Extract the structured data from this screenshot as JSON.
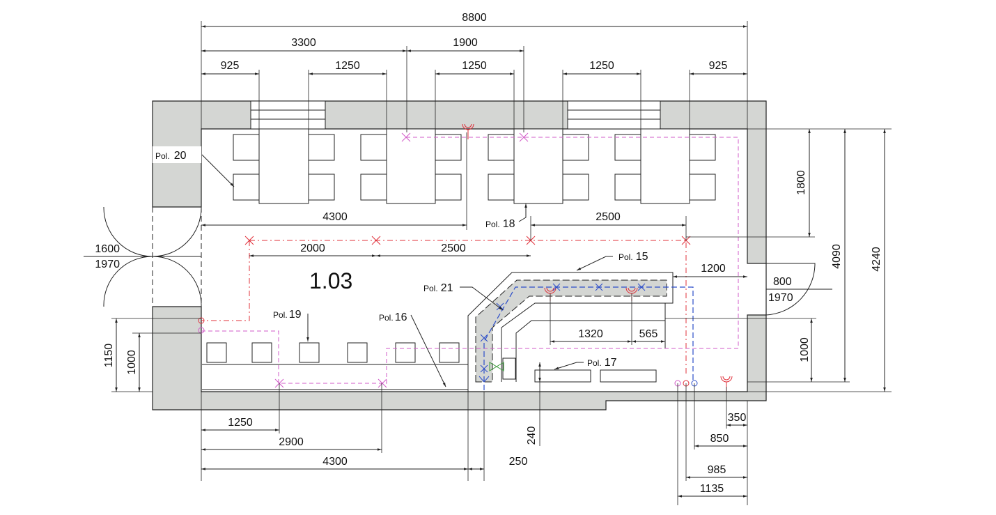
{
  "drawing": {
    "room_number": "1.03",
    "dimensions": {
      "top_total": "8800",
      "top_left": "3300",
      "top_mid": "1900",
      "top_925_left": "925",
      "top_1250_a": "1250",
      "top_1250_b": "1250",
      "top_1250_c": "1250",
      "top_925_right": "925",
      "right_1800": "1800",
      "right_4090": "4090",
      "right_4240": "4240",
      "right_1000": "1000",
      "left_1150": "1150",
      "left_1000": "1000",
      "mid_4300": "4300",
      "mid_2500_top": "2500",
      "mid_2000": "2000",
      "mid_2500": "2500",
      "mid_1200": "1200",
      "counter_1320": "1320",
      "counter_565": "565",
      "bottom_1250": "1250",
      "bottom_2900": "2900",
      "bottom_4300": "4300",
      "bottom_250": "250",
      "bottom_240": "240",
      "bottom_350": "350",
      "bottom_850": "850",
      "bottom_985": "985",
      "bottom_1135": "1135",
      "door_left_width": "1600",
      "door_left_height": "1970",
      "door_right_width": "800",
      "door_right_height": "1970"
    },
    "callouts": [
      {
        "prefix": "Pol.",
        "num": "20"
      },
      {
        "prefix": "Pol.",
        "num": "18"
      },
      {
        "prefix": "Pol.",
        "num": "15"
      },
      {
        "prefix": "Pol.",
        "num": "21"
      },
      {
        "prefix": "Pol.",
        "num": "19"
      },
      {
        "prefix": "Pol.",
        "num": "16"
      },
      {
        "prefix": "Pol.",
        "num": "17"
      }
    ],
    "colors": {
      "wall": "#d4d6d3",
      "electric": "#e0303a",
      "water": "#2a4cc9",
      "lighting": "#d25bc8"
    }
  }
}
